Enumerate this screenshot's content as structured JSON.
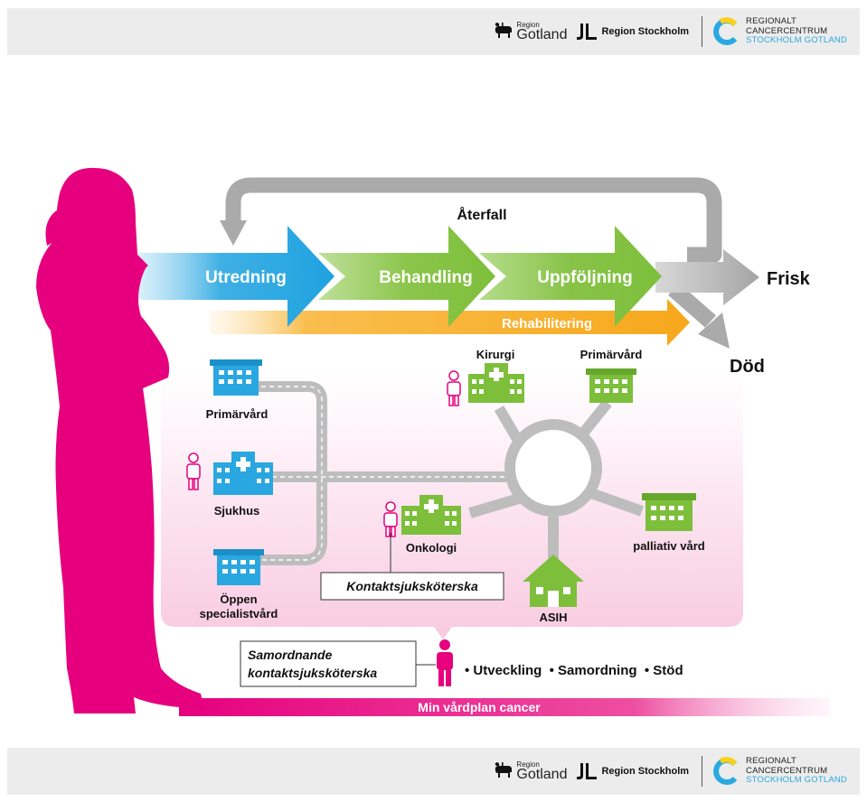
{
  "logos": {
    "region_small": "Region",
    "region_big": "Gotland",
    "stockholm": "Region Stockholm",
    "rcc_line1": "REGIONALT",
    "rcc_line2": "CANCERCENTRUM",
    "rcc_line3": "STOCKHOLM GOTLAND"
  },
  "flow": {
    "relapse": "Återfall",
    "stages": [
      "Utredning",
      "Behandling",
      "Uppföljning"
    ],
    "rehab": "Rehabilitering",
    "outcome_healthy": "Frisk",
    "outcome_death": "Död"
  },
  "care": {
    "primary_left": "Primärvård",
    "hospital": "Sjukhus",
    "open_care_1": "Öppen",
    "open_care_2": "specialistvård",
    "surgery": "Kirurgi",
    "primary_right": "Primärvård",
    "oncology": "Onkologi",
    "palliative": "palliativ vård",
    "asih": "ASIH",
    "contact_nurse": "Kontaktsjuksköterska",
    "coordinating_nurse_1": "Samordnande",
    "coordinating_nurse_2": "kontaktsjuksköterska",
    "roles": "• Utveckling  • Samordning  • Stöd",
    "care_plan": "Min vårdplan cancer"
  },
  "colors": {
    "magenta": "#e6007e",
    "blue": "#1fa2e0",
    "green": "#7dbf3b",
    "orange": "#f7a81b",
    "grey_arrow": "#aaaaaa",
    "road": "#bdbdbd"
  }
}
